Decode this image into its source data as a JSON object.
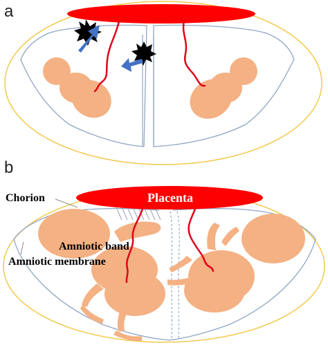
{
  "panels": {
    "a": {
      "letter": "a"
    },
    "b": {
      "letter": "b"
    }
  },
  "labels": {
    "placenta": "Placenta",
    "chorion": "Chorion",
    "amniotic_band": "Amniotic band",
    "amniotic_membrane": "Amniotic membrane"
  },
  "colors": {
    "chorion_outline": "#f2c94c",
    "amnion_outline": "#8fa6c4",
    "placenta": "#ff0000",
    "umbilical_cord": "#e0001a",
    "fetus": "#f4b183",
    "arrow": "#4472c4",
    "injury_burst": "#000000"
  }
}
